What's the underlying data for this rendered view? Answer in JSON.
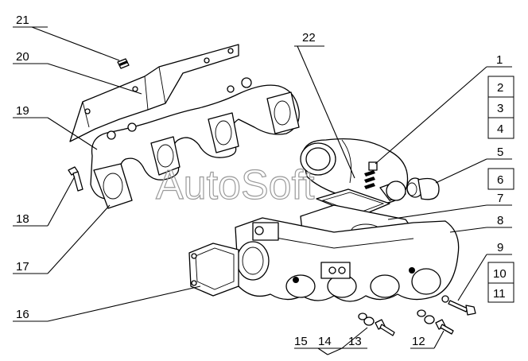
{
  "watermark": "AutoSoft",
  "labels": {
    "l1": "1",
    "l2": "2",
    "l3": "3",
    "l4": "4",
    "l5": "5",
    "l6": "6",
    "l7": "7",
    "l8": "8",
    "l9": "9",
    "l10": "10",
    "l11": "11",
    "l12": "12",
    "l13": "13",
    "l14": "14",
    "l15": "15",
    "l16": "16",
    "l17": "17",
    "l18": "18",
    "l19": "19",
    "l20": "20",
    "l21": "21",
    "l22": "22"
  },
  "colors": {
    "ink": "#000000",
    "paper": "#ffffff",
    "watermark": "#9a9a9a"
  }
}
